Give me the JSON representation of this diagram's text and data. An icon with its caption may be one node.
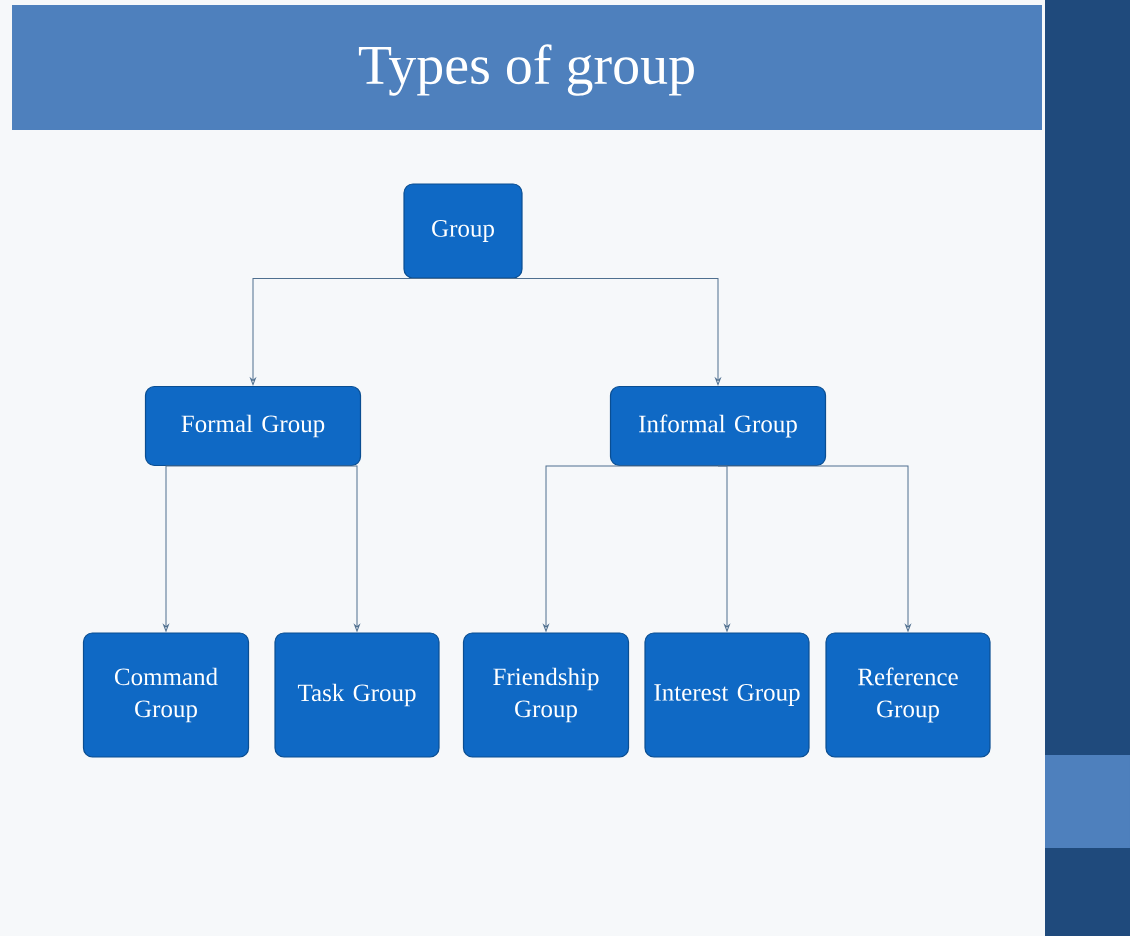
{
  "diagram": {
    "title": "Types of group",
    "nodes": [
      {
        "text": [
          "Group"
        ]
      },
      {
        "text": [
          "Formal Group"
        ]
      },
      {
        "text": [
          "Informal Group"
        ]
      },
      {
        "text": [
          "Command Group"
        ]
      },
      {
        "text": [
          "Task Group"
        ]
      },
      {
        "text": [
          "Friendship Group"
        ]
      },
      {
        "text": [
          "Interest Group"
        ]
      },
      {
        "text": [
          "Reference Group"
        ]
      }
    ],
    "edges": [
      {
        "from": 0,
        "to": 1,
        "arrow": "to"
      },
      {
        "from": 0,
        "to": 2,
        "arrow": "to"
      },
      {
        "from": 1,
        "to": 3,
        "arrow": "to"
      },
      {
        "from": 1,
        "to": 4,
        "arrow": "to"
      },
      {
        "from": 2,
        "to": 5,
        "arrow": "to"
      },
      {
        "from": 2,
        "to": 6,
        "arrow": "to"
      },
      {
        "from": 2,
        "to": 7,
        "arrow": "to"
      }
    ]
  }
}
